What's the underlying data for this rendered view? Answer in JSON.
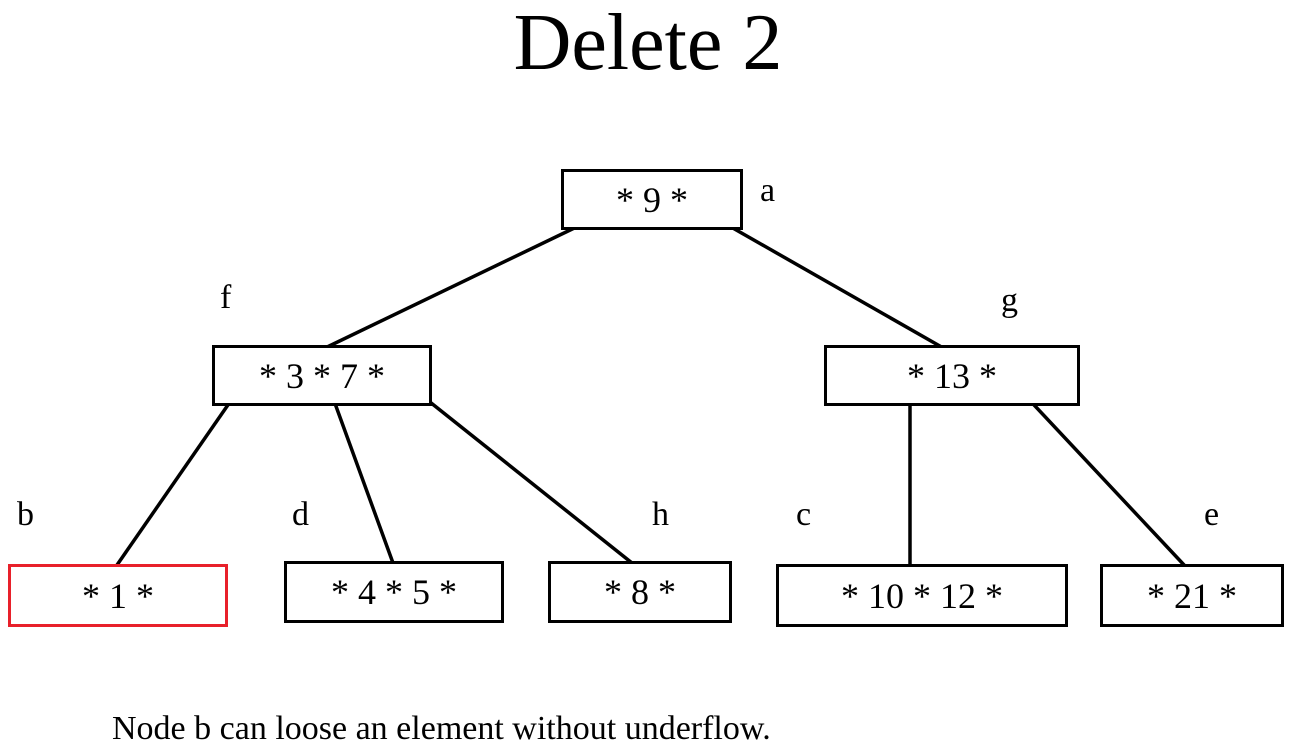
{
  "title": "Delete 2",
  "caption": "Node b can loose an element without underflow.",
  "colors": {
    "highlight": "#e8202a",
    "stroke": "#000000"
  },
  "nodes": {
    "a": {
      "label": "a",
      "content": "* 9 *"
    },
    "f": {
      "label": "f",
      "content": "* 3 * 7 *"
    },
    "g": {
      "label": "g",
      "content": "* 13 *"
    },
    "b": {
      "label": "b",
      "content": "* 1 *",
      "highlighted": true
    },
    "d": {
      "label": "d",
      "content": "* 4 * 5 *"
    },
    "h": {
      "label": "h",
      "content": "* 8 *"
    },
    "c": {
      "label": "c",
      "content": "* 10 * 12 *"
    },
    "e": {
      "label": "e",
      "content": "* 21 *"
    }
  },
  "edges": [
    {
      "from": "a",
      "to": "f"
    },
    {
      "from": "a",
      "to": "g"
    },
    {
      "from": "f",
      "to": "b"
    },
    {
      "from": "f",
      "to": "d"
    },
    {
      "from": "f",
      "to": "h"
    },
    {
      "from": "g",
      "to": "c"
    },
    {
      "from": "g",
      "to": "e"
    }
  ]
}
